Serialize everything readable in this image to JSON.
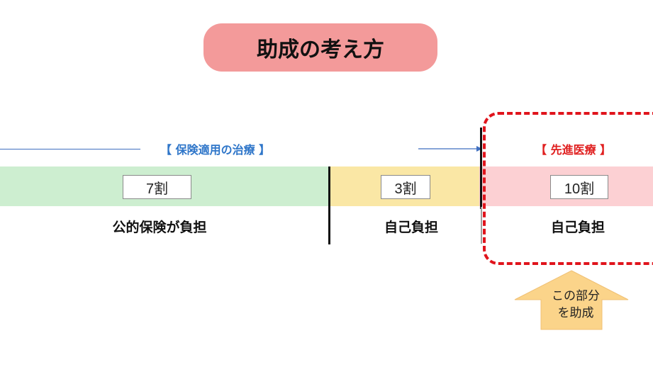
{
  "title": "助成の考え方",
  "insured_treatment": {
    "label": "【 保険適用の治療 】",
    "share": "7割",
    "share_payer": "公的保険が負担",
    "self_share": "3割",
    "self_payer": "自己負担"
  },
  "advanced_treatment": {
    "label": "【 先進医療 】",
    "share": "10割",
    "payer": "自己負担"
  },
  "callout": {
    "line1": "この部分",
    "line2": "を助成"
  },
  "colors": {
    "title_bg": "#f39a9a",
    "insured_label": "#2f76c9",
    "advanced_label": "#e02020",
    "public_band": "#cdeed0",
    "self_band": "#fae7a5",
    "advanced_band": "#fcd0d3",
    "dashed_border": "#e0141c",
    "callout_arrow": "#fbd48a"
  }
}
